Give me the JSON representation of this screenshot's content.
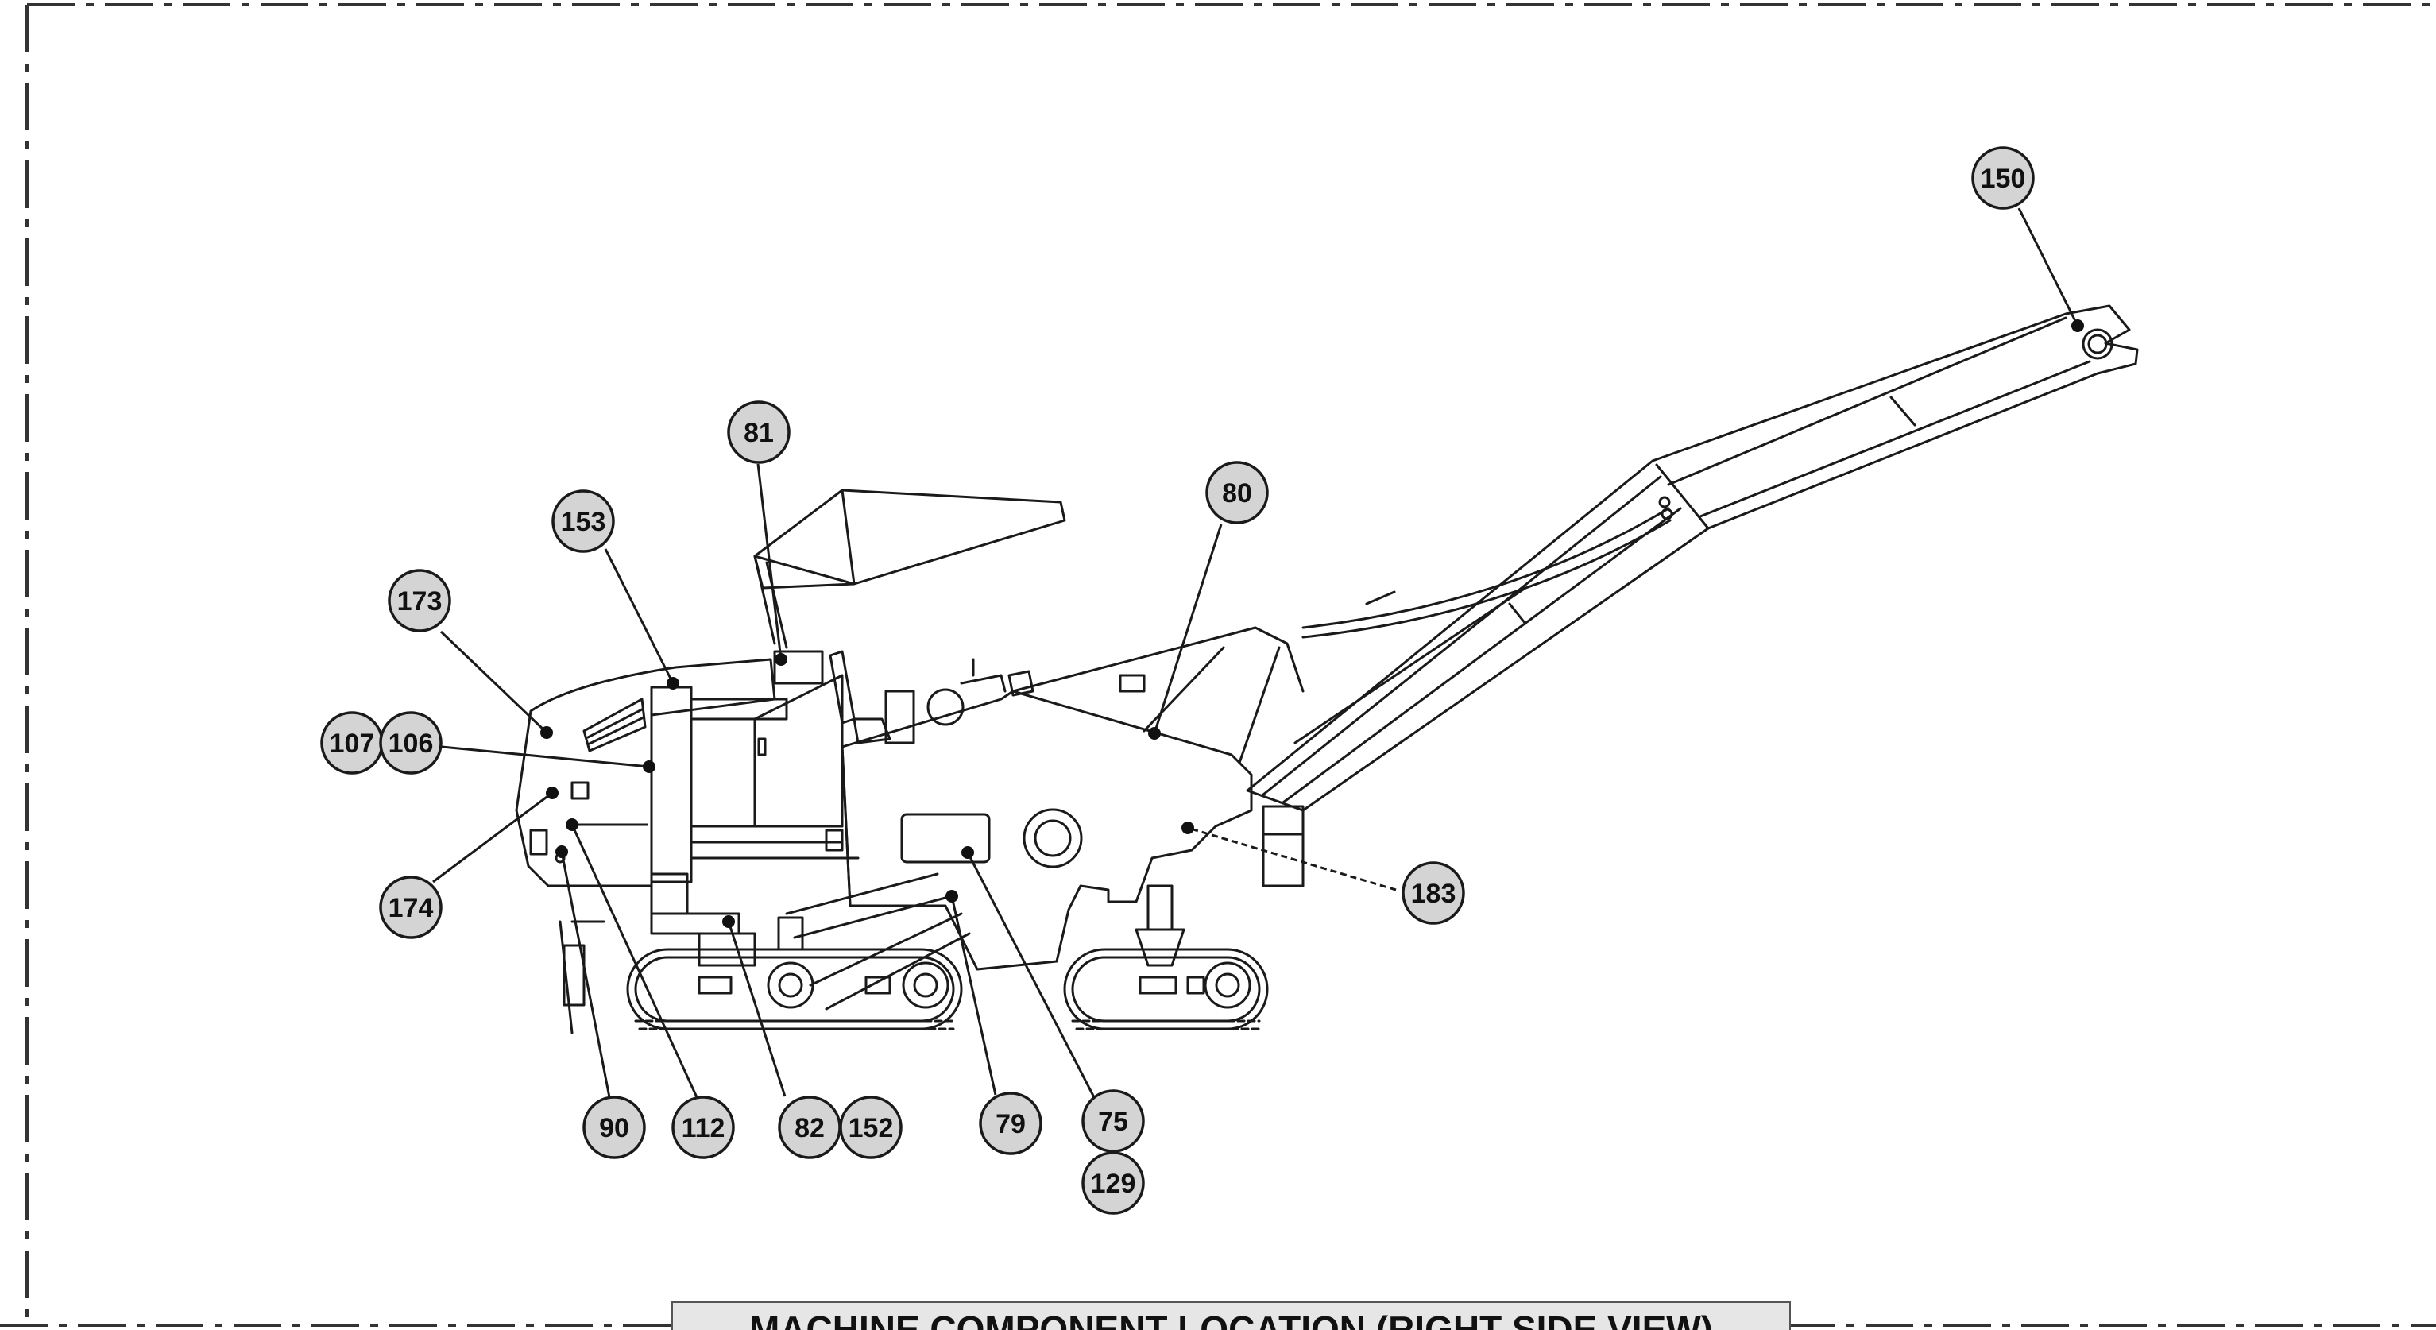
{
  "diagram": {
    "title": "MACHINE COMPONENT LOCATION (RIGHT SIDE VIEW)",
    "callouts": [
      {
        "id": "c150",
        "label": "150"
      },
      {
        "id": "c81",
        "label": "81"
      },
      {
        "id": "c80",
        "label": "80"
      },
      {
        "id": "c153",
        "label": "153"
      },
      {
        "id": "c173",
        "label": "173"
      },
      {
        "id": "c107",
        "label": "107"
      },
      {
        "id": "c106",
        "label": "106"
      },
      {
        "id": "c174",
        "label": "174"
      },
      {
        "id": "c183",
        "label": "183"
      },
      {
        "id": "c90",
        "label": "90"
      },
      {
        "id": "c112",
        "label": "112"
      },
      {
        "id": "c82",
        "label": "82"
      },
      {
        "id": "c152",
        "label": "152"
      },
      {
        "id": "c79",
        "label": "79"
      },
      {
        "id": "c75",
        "label": "75"
      },
      {
        "id": "c129",
        "label": "129"
      }
    ],
    "colors": {
      "callout_fill": "#d4d4d4",
      "stroke": "#1a1a1a",
      "title_fill": "#e6e6e6"
    }
  }
}
